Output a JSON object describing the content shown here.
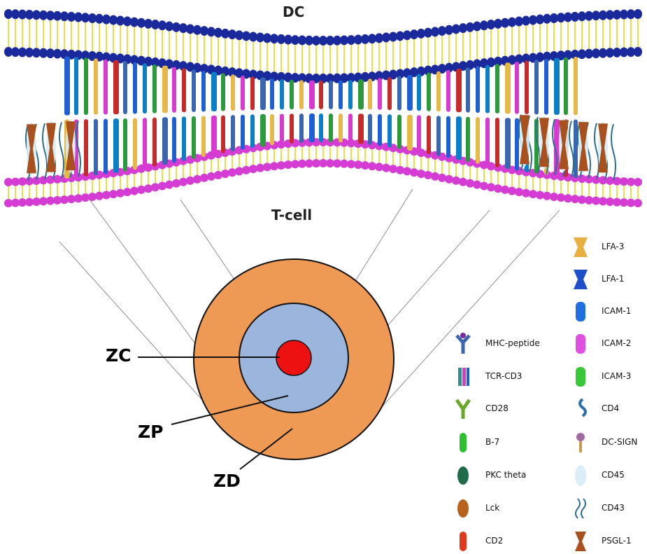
{
  "titles": {
    "dc": "DC",
    "tcell": "T-cell"
  },
  "zones": {
    "zc": "ZC",
    "zp": "ZP",
    "zd": "ZD"
  },
  "legend_left": [
    {
      "label": "MHC-peptide",
      "icon": "mhc-peptide-icon"
    },
    {
      "label": "TCR-CD3",
      "icon": "tcr-cd3-icon"
    },
    {
      "label": "CD28",
      "icon": "cd28-icon"
    },
    {
      "label": "B-7",
      "icon": "b7-icon"
    },
    {
      "label": "PKC theta",
      "icon": "pkc-theta-icon"
    },
    {
      "label": "Lck",
      "icon": "lck-icon"
    },
    {
      "label": "CD2",
      "icon": "cd2-icon"
    }
  ],
  "legend_right": [
    {
      "label": "LFA-3",
      "icon": "lfa3-icon"
    },
    {
      "label": "LFA-1",
      "icon": "lfa1-icon"
    },
    {
      "label": "ICAM-1",
      "icon": "icam1-icon"
    },
    {
      "label": "ICAM-2",
      "icon": "icam2-icon"
    },
    {
      "label": "ICAM-3",
      "icon": "icam3-icon"
    },
    {
      "label": "CD4",
      "icon": "cd4-icon"
    },
    {
      "label": "DC-SIGN",
      "icon": "dc-sign-icon"
    },
    {
      "label": "CD45",
      "icon": "cd45-icon"
    },
    {
      "label": "CD43",
      "icon": "cd43-icon"
    },
    {
      "label": "PSGL-1",
      "icon": "psgl1-icon"
    }
  ],
  "colors": {
    "zd": "#ee9a55",
    "zp": "#9bb5dd",
    "zc": "#ee1111",
    "dc_head": "#1a2a9c",
    "tcell_head": "#d43cd4",
    "lipid_tail": "#e8e24a"
  }
}
